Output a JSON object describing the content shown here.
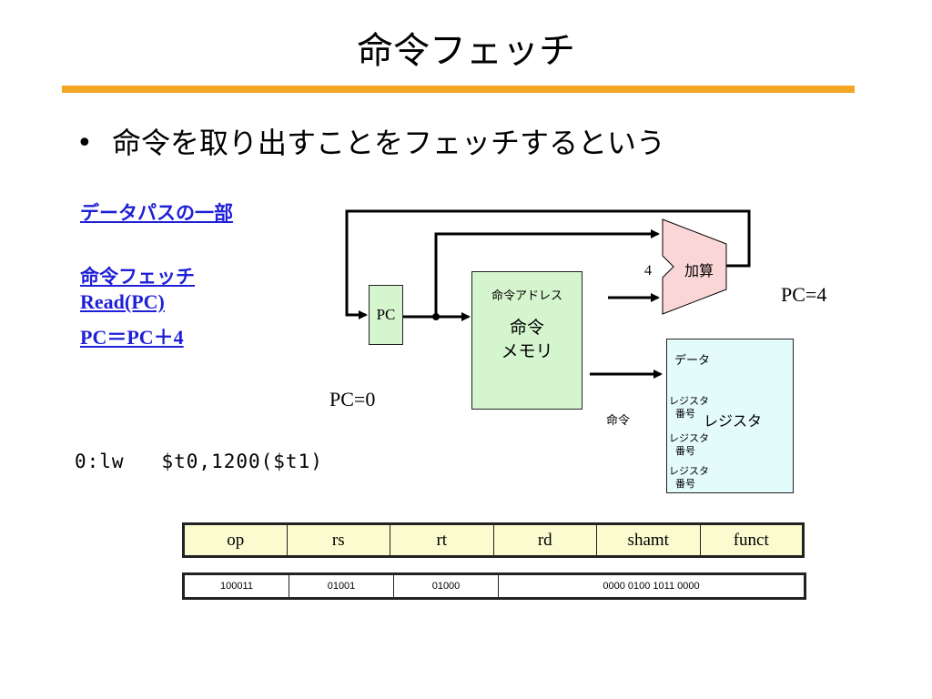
{
  "title": "命令フェッチ",
  "bullet": "命令を取り出すことをフェッチするという",
  "links": {
    "datapath": "データパスの一部",
    "fetch": "命令フェッチ",
    "read": "Read(PC)",
    "pc_update": "PC＝PC＋4"
  },
  "code_line": "0:lw   $t0,1200($t1)",
  "diagram": {
    "pc_label": "PC",
    "adder_label": "加算",
    "adder_input": "4",
    "pc_after": "PC=4",
    "pc_before": "PC=0",
    "imem_addr_label": "命令アドレス",
    "imem_label_line1": "命令",
    "imem_label_line2": "メモリ",
    "instr_label": "命令",
    "reg_data_label": "データ",
    "reg_label": "レジスタ",
    "reg_num1_a": "レジスタ",
    "reg_num1_b": "番号",
    "reg_num2_a": "レジスタ",
    "reg_num2_b": "番号",
    "reg_num3_a": "レジスタ",
    "reg_num3_b": "番号"
  },
  "format_header": [
    "op",
    "rs",
    "rt",
    "rd",
    "shamt",
    "funct"
  ],
  "format_bits": [
    "100011",
    "01001",
    "01000",
    "0000 0100 1011 0000"
  ],
  "colors": {
    "title_rule": "#f5a623",
    "link": "#1f1fd6",
    "pc_fill": "#d5f5cf",
    "imem_fill": "#d5f5cf",
    "adder_fill": "#fbd6d6",
    "reg_fill": "#e4fbfb",
    "format_header_fill": "#fbfbd0"
  }
}
